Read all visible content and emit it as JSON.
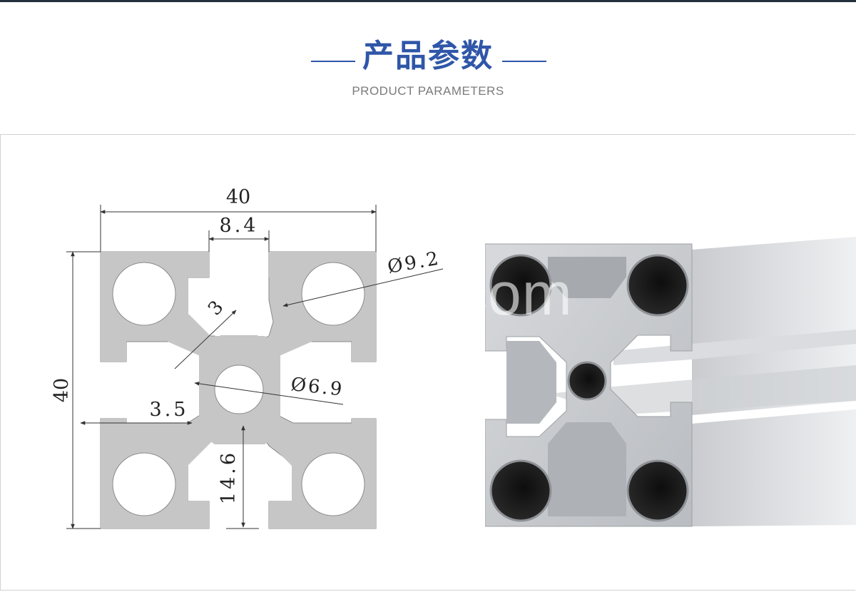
{
  "header": {
    "title": "产品参数",
    "subtitle": "PRODUCT PARAMETERS"
  },
  "drawing": {
    "dim_width": "40",
    "dim_height": "40",
    "dim_slot": "8.4",
    "dim_hole_large": "Ø9.2",
    "dim_hole_center": "Ø6.9",
    "dim_web": "3",
    "dim_lip": "3.5",
    "dim_depth": "14.6"
  },
  "photo": {
    "watermark": "com"
  },
  "colors": {
    "accent": "#2f56a8",
    "profile_fill": "#c6c6c6",
    "top_bar": "#23303c"
  }
}
